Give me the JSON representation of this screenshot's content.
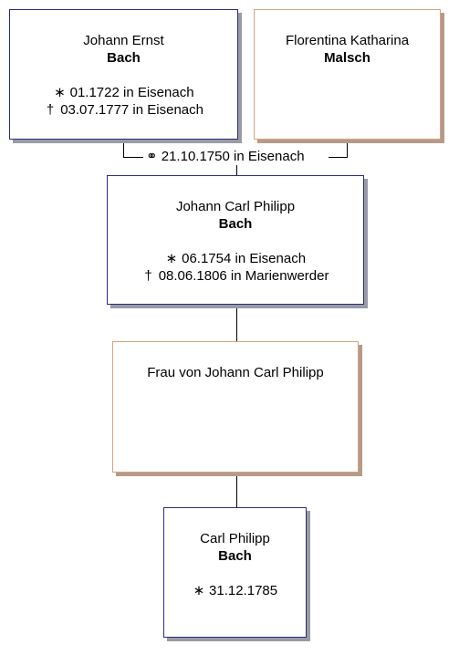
{
  "father": {
    "given": "Johann Ernst",
    "surname": "Bach",
    "birth_sym": "∗",
    "birth": "01.1722 in Eisenach",
    "death_sym": "†",
    "death": "03.07.1777 in Eisenach"
  },
  "mother": {
    "given": "Florentina Katharina",
    "surname": "Malsch"
  },
  "marriage": {
    "sym": "⚭",
    "text": "21.10.1750 in Eisenach"
  },
  "son": {
    "given": "Johann Carl Philipp",
    "surname": "Bach",
    "birth_sym": "∗",
    "birth": "06.1754 in Eisenach",
    "death_sym": "†",
    "death": "08.06.1806 in Marienwerder"
  },
  "spouse": {
    "given": "Frau von Johann Carl Philipp"
  },
  "grandson": {
    "given": "Carl Philipp",
    "surname": "Bach",
    "birth_sym": "∗",
    "birth": "31.12.1785"
  }
}
